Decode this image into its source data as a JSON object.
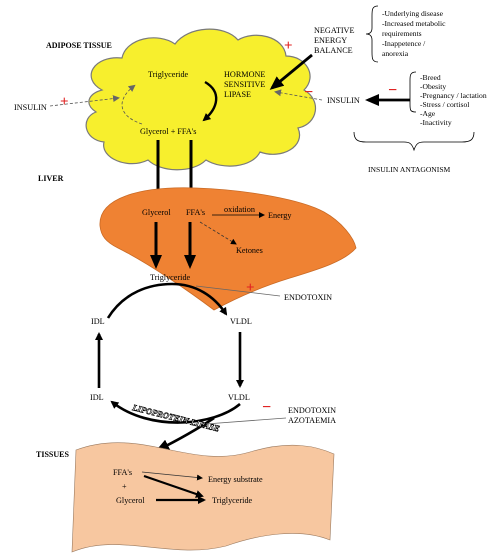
{
  "colors": {
    "adipose_fill": "#f7ef2d",
    "adipose_stroke": "#7a7a7a",
    "liver_fill": "#ef8233",
    "tissue_fill": "#f7c7a0",
    "plus_red": "#e02020",
    "minus_red": "#e02020",
    "arrow": "#000000"
  },
  "sections": {
    "adipose": "ADIPOSE TISSUE",
    "liver": "LIVER",
    "tissues": "TISSUES"
  },
  "adipose": {
    "triglyceride": "Triglyceride",
    "hsl": [
      "HORMONE",
      "SENSITIVE",
      "LIPASE"
    ],
    "glycerol_ffa": "Glycerol + FFA's"
  },
  "insulin_left": "INSULIN",
  "insulin_right": "INSULIN",
  "negative_energy": [
    "NEGATIVE",
    "ENERGY",
    "BALANCE"
  ],
  "neb_causes": [
    "-Underlying disease",
    "-Increased metabolic",
    "requirements",
    "-Inappetence /",
    "anorexia"
  ],
  "antagonism_causes": [
    "-Breed",
    "-Obesity",
    "-Pregnancy / lactation",
    "-Stress / cortisol",
    "-Age",
    "-Inactivity"
  ],
  "insulin_antagonism": "INSULIN ANTAGONISM",
  "liver": {
    "glycerol": "Glycerol",
    "ffa": "FFA's",
    "oxidation": "oxidation",
    "energy": "Energy",
    "ketones": "Ketones",
    "triglyceride": "Triglyceride"
  },
  "endotoxin_top": "ENDOTOXIN",
  "cycle": {
    "idl_top": "IDL",
    "vldl_top": "VLDL",
    "idl_bottom": "IDL",
    "vldl_bottom": "VLDL",
    "lipoprotein_lipase": "LIPOPROTEIN LIPASE"
  },
  "endotoxin_bottom": [
    "ENDOTOXIN",
    "AZOTAEMIA"
  ],
  "tissues": {
    "ffa": "FFA's",
    "plus": "+",
    "glycerol": "Glycerol",
    "energy_substrate": "Energy substrate",
    "triglyceride": "Triglyceride"
  },
  "signs": {
    "plus": "+",
    "minus": "−"
  }
}
